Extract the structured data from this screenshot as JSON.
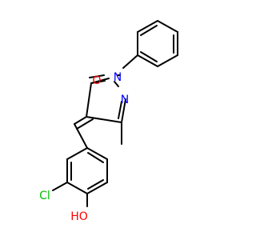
{
  "molecule": {
    "atoms": {
      "carbonyl_oxygen": {
        "label": "O",
        "color": "#ff0000"
      },
      "ring_nitrogen_phenyl": {
        "label": "N",
        "color": "#0000ff"
      },
      "ring_nitrogen_imine": {
        "label": "N",
        "color": "#0000ff"
      },
      "chlorine": {
        "label": "Cl",
        "color": "#00c000"
      },
      "hydroxyl": {
        "label": "HO",
        "color": "#ff0000"
      }
    }
  }
}
